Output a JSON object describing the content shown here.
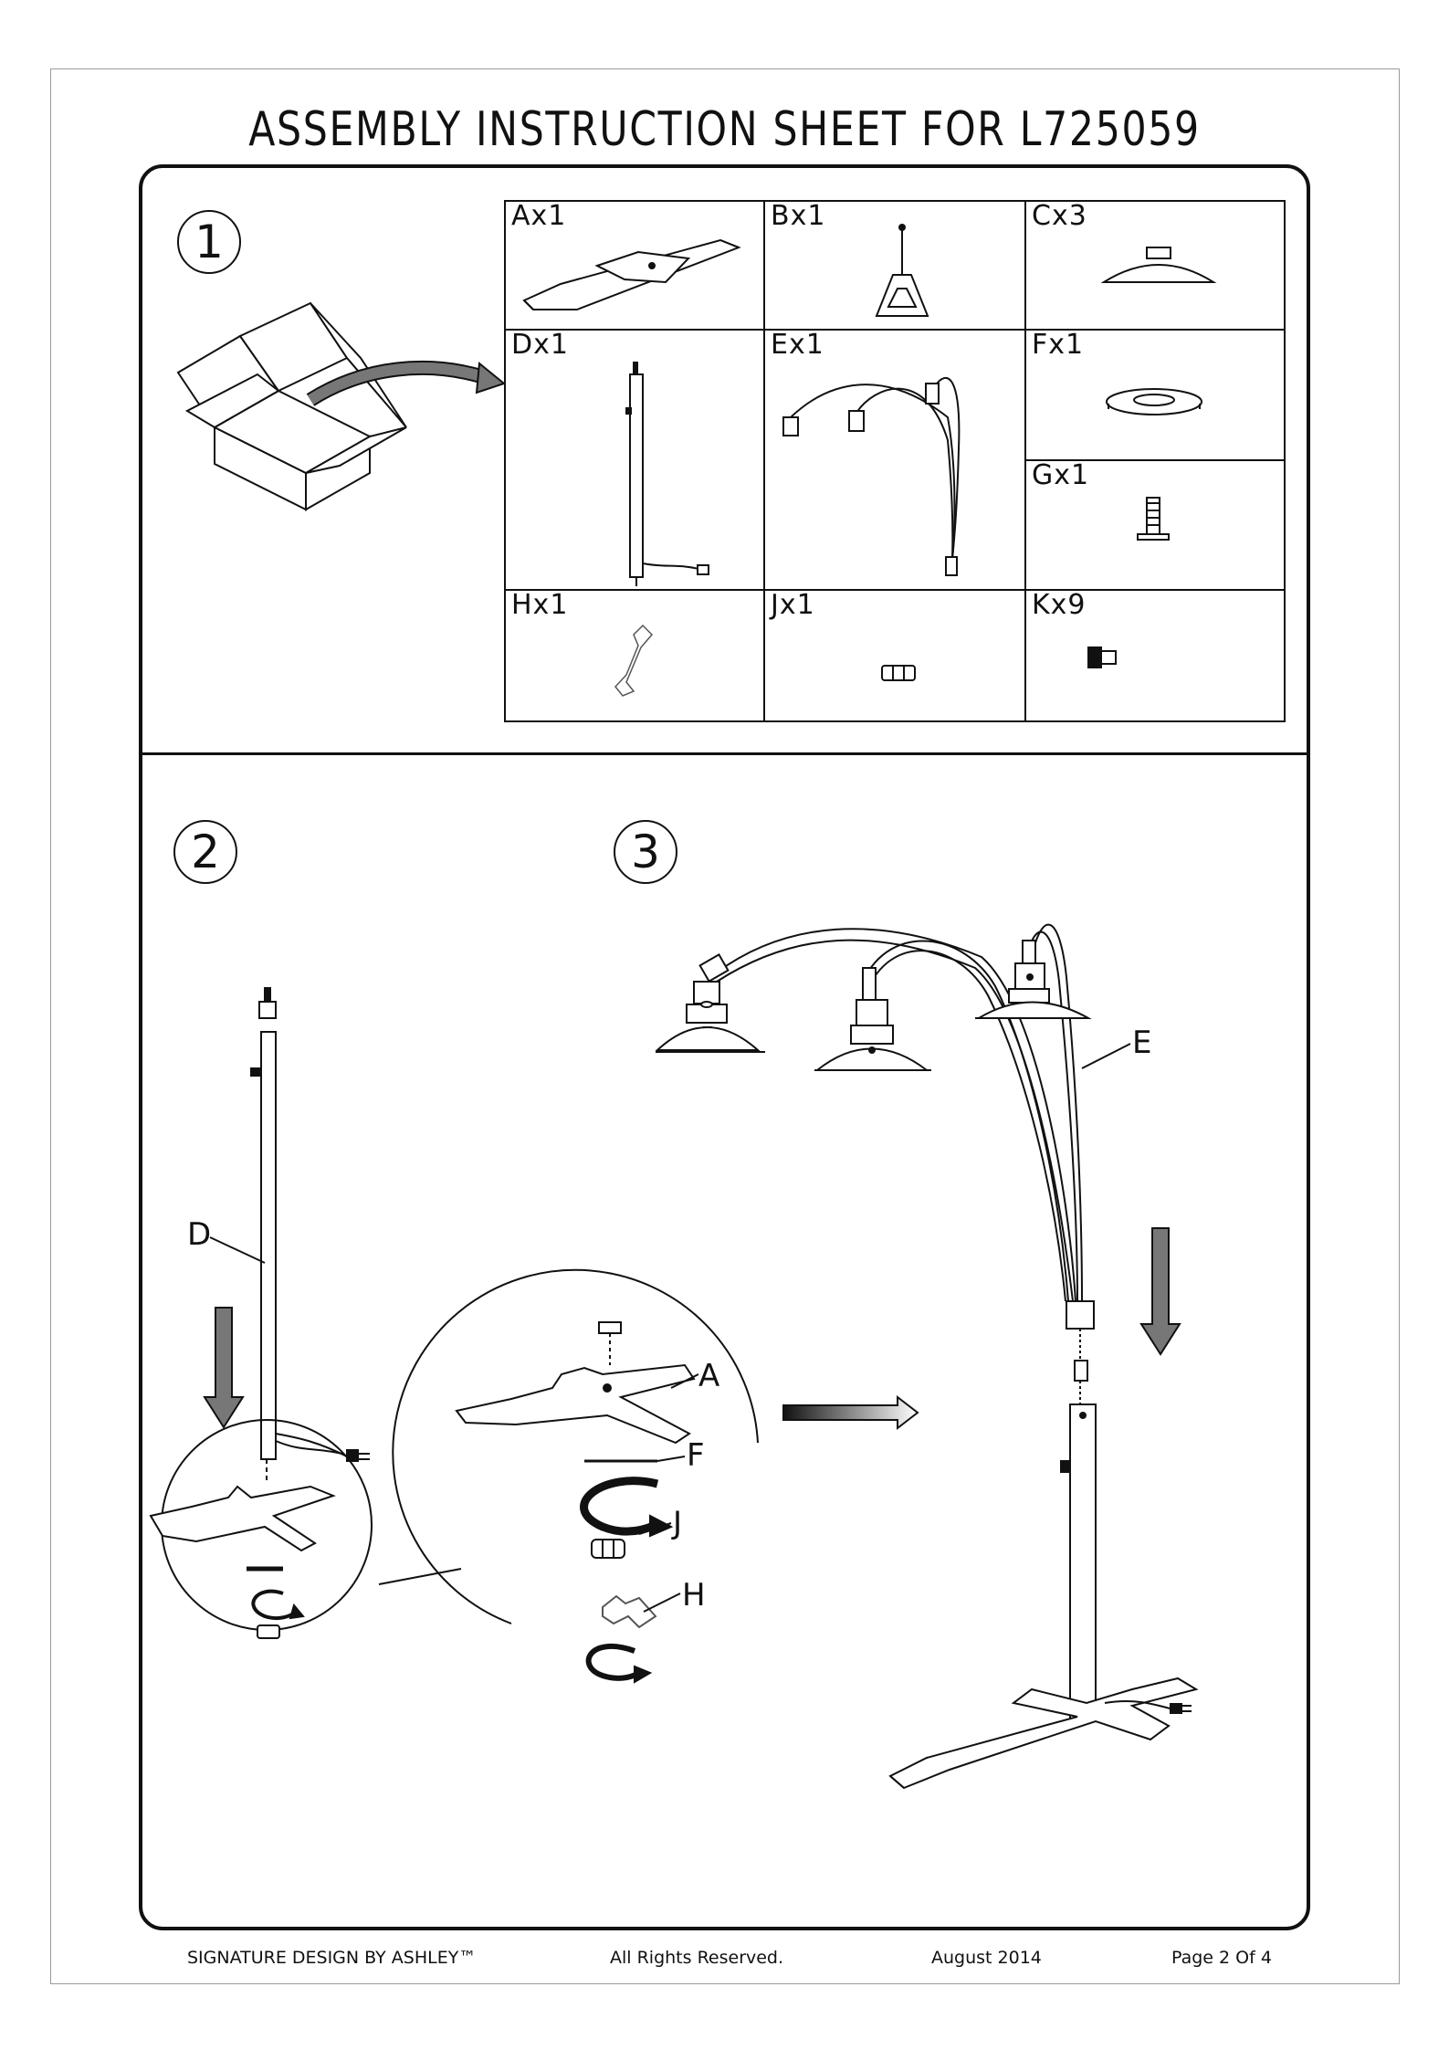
{
  "title": "ASSEMBLY INSTRUCTION SHEET FOR  L725059",
  "steps": [
    "①",
    "②",
    "③"
  ],
  "step_numbers": [
    "1",
    "2",
    "3"
  ],
  "parts": [
    {
      "label": "Ax1"
    },
    {
      "label": "Bx1"
    },
    {
      "label": "Cx3"
    },
    {
      "label": "Dx1"
    },
    {
      "label": "Ex1"
    },
    {
      "label": "Fx1"
    },
    {
      "label": "Gx1"
    },
    {
      "label": "Hx1"
    },
    {
      "label": "Jx1"
    },
    {
      "label": "Kx9"
    }
  ],
  "callouts": {
    "D": "D",
    "A": "A",
    "F": "F",
    "J": "J",
    "H": "H",
    "E": "E"
  },
  "footer": {
    "brand": "SIGNATURE DESIGN BY ASHLEY™",
    "rights": "All Rights Reserved.",
    "date": "August 2014",
    "page": "Page 2 Of 4"
  }
}
